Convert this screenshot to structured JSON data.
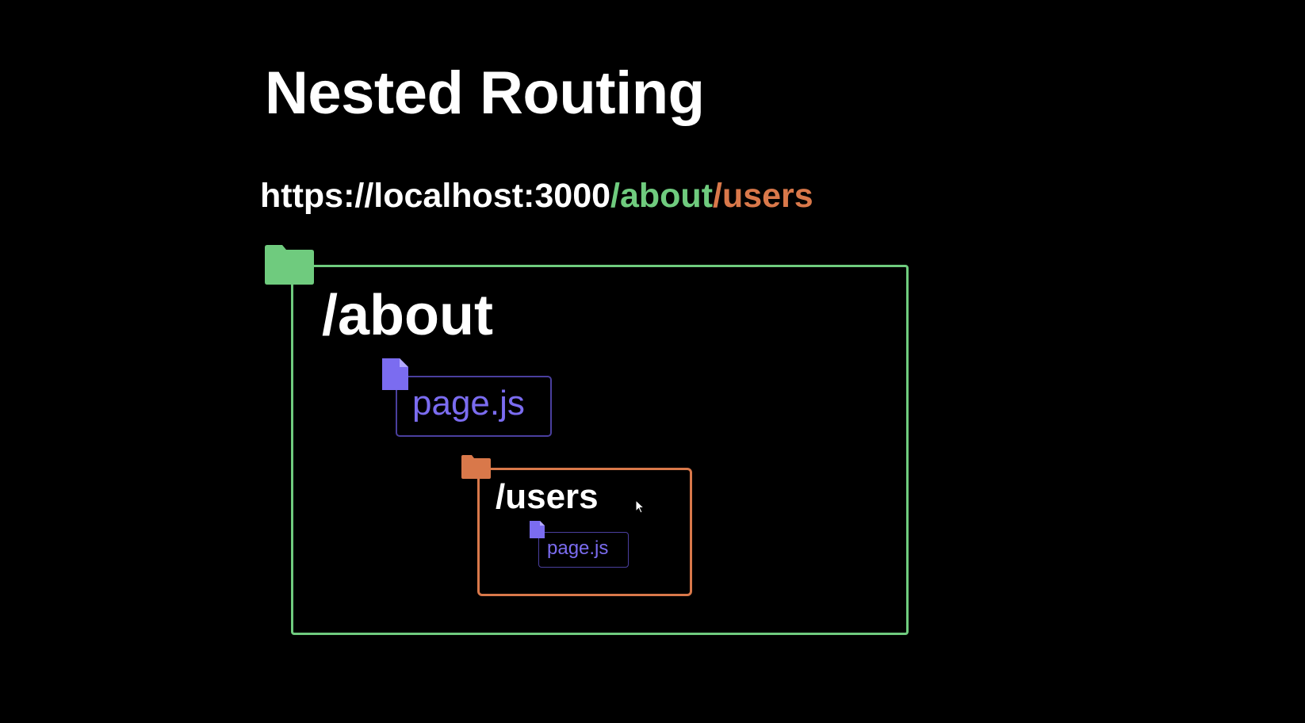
{
  "slide": {
    "title": "Nested Routing",
    "url": {
      "base": "https://localhost:3000",
      "segment_about": "/about",
      "segment_users": "/users"
    }
  },
  "diagram": {
    "about_folder": {
      "label": "/about",
      "icon": "folder-icon",
      "color": "#6fcb7e",
      "page_file": {
        "label": "page.js",
        "icon": "file-icon",
        "color": "#7b6cf0"
      }
    },
    "users_folder": {
      "label": "/users",
      "icon": "folder-icon",
      "color": "#d9784a",
      "page_file": {
        "label": "page.js",
        "icon": "file-icon",
        "color": "#7b6cf0"
      }
    }
  },
  "colors": {
    "background": "#000000",
    "text": "#ffffff",
    "about_green": "#6fcb7e",
    "users_orange": "#d9784a",
    "file_purple": "#7b6cf0",
    "file_border": "#4a3f9e"
  }
}
